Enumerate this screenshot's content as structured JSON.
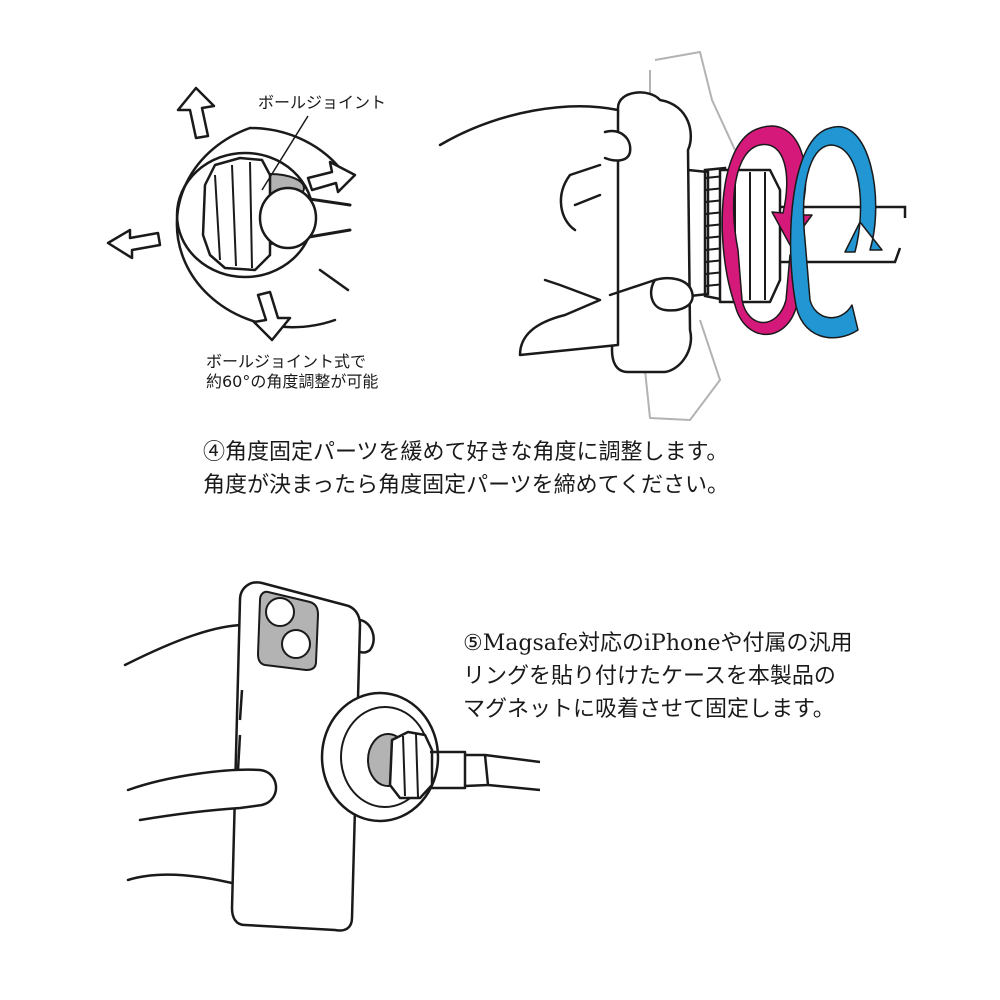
{
  "step4": {
    "callout_ball_joint": "ボールジョイント",
    "callout_angle_line1": "ボールジョイント式で",
    "callout_angle_line2": "約60°の角度調整が可能",
    "instruction_line1": "④角度固定パーツを緩めて好きな角度に調整します。",
    "instruction_line2": "角度が決まったら角度固定パーツを締めてください。"
  },
  "step5": {
    "instruction_line1": "⑤Magsafe対応のiPhoneや付属の汎用",
    "instruction_line2": "リングを貼り付けたケースを本製品の",
    "instruction_line3": "マグネットに吸着させて固定します。"
  },
  "colors": {
    "line": "#1a1a1a",
    "magenta_arrow": "#d4197a",
    "blue_arrow": "#2196d3",
    "shade": "#b3b3b3"
  }
}
